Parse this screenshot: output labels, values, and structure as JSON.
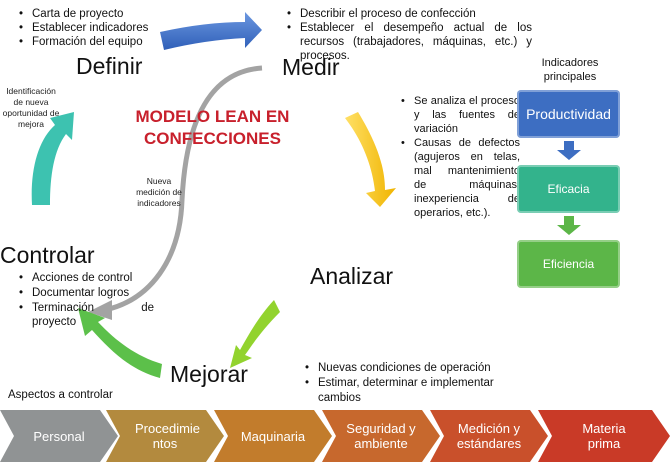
{
  "title": "MODELO LEAN EN CONFECCIONES",
  "phases": {
    "definir": {
      "label": "Definir",
      "bullets": [
        "Carta de proyecto",
        "Establecer indicadores",
        "Formación del equipo"
      ]
    },
    "medir": {
      "label": "Medir",
      "bullets": [
        "Describir el proceso de confección",
        "Establecer el desempeño actual de los recursos (trabajadores, máquinas, etc.) y procesos."
      ]
    },
    "analizar": {
      "label": "Analizar",
      "bullets": [
        "Se analiza el proceso y las fuentes de variación",
        "Causas de defectos (agujeros en telas, mal mantenimiento de máquinas, inexperiencia de operarios, etc.)."
      ]
    },
    "mejorar": {
      "label": "Mejorar",
      "bullets": [
        "Nuevas condiciones de operación",
        "Estimar, determinar e implementar cambios"
      ]
    },
    "controlar": {
      "label": "Controlar",
      "bullets": [
        "Acciones de control",
        "Documentar logros",
        "Terminación de proyecto"
      ]
    }
  },
  "notes": {
    "identificacion": "Identificación de nueva oportunidad de mejora",
    "nueva_medicion": "Nueva medición de indicadores"
  },
  "indicadores": {
    "heading": "Indicadores principales",
    "items": [
      {
        "label": "Productividad",
        "color": "#3d6ec2"
      },
      {
        "label": "Eficacia",
        "color": "#33b38c"
      },
      {
        "label": "Eficiencia",
        "color": "#5cb648"
      }
    ]
  },
  "aspectos": {
    "heading": "Aspectos a controlar",
    "items": [
      {
        "label": "Personal",
        "color": "#909394"
      },
      {
        "label": "Procedimie ntos",
        "color": "#b38a3e"
      },
      {
        "label": "Maquinaria",
        "color": "#c27c2c"
      },
      {
        "label": "Seguridad y ambiente",
        "color": "#c7682d"
      },
      {
        "label": "Medición y estándares",
        "color": "#c9502b"
      },
      {
        "label": "Materia prima",
        "color": "#c93a27"
      }
    ]
  },
  "colors": {
    "title": "#c8202c",
    "arrow_definir": "#3a6cc4",
    "arrow_medir": "#9a9a9a",
    "arrow_analizar": "#f5c21a",
    "arrow_mejorar": "#8fd12c",
    "arrow_controlar": "#5cc04a",
    "arrow_identificacion": "#3cc0b0"
  }
}
